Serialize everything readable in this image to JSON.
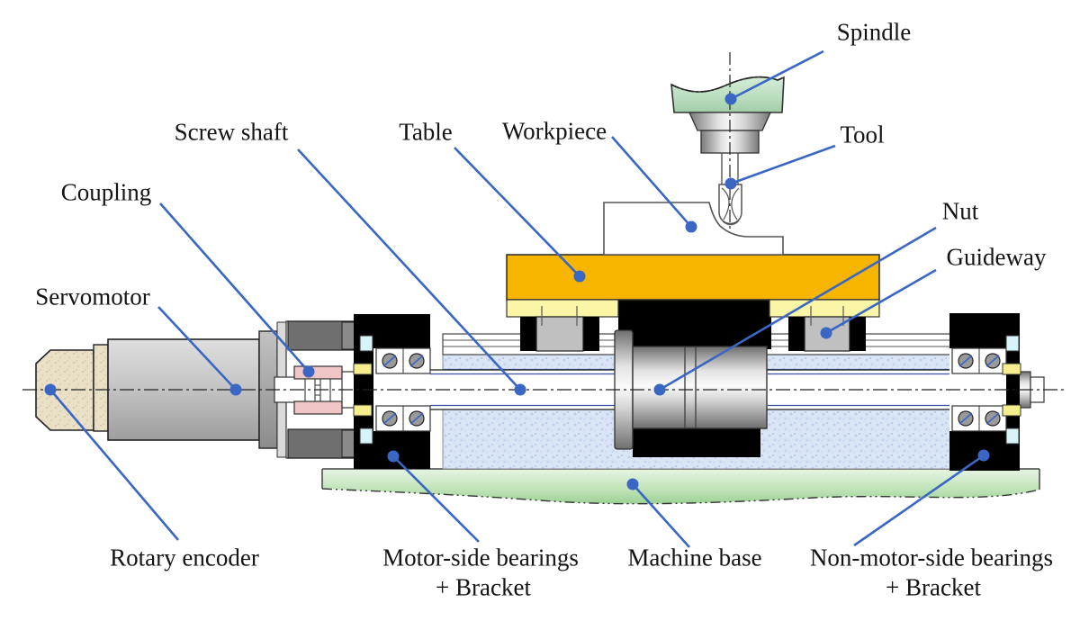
{
  "figure": {
    "type": "technical-cross-section-diagram",
    "subject": "Ball screw feed drive system of a machine tool"
  },
  "labels": {
    "spindle": "Spindle",
    "tool": "Tool",
    "screw_shaft": "Screw shaft",
    "table": "Table",
    "workpiece": "Workpiece",
    "coupling": "Coupling",
    "servomotor": "Servomotor",
    "nut": "Nut",
    "guideway": "Guideway",
    "rotary_encoder": "Rotary encoder",
    "motor_side_line1": "Motor-side bearings",
    "motor_side_line2": "+ Bracket",
    "machine_base": "Machine base",
    "non_motor_line1": "Non-motor-side bearings",
    "non_motor_line2": "+ Bracket"
  },
  "colors": {
    "leader_blue": "#3A66C4",
    "table_orange": "#F7B500",
    "table_underside_yellow": "#FAF6A6",
    "spindle_green": "#C3E2C6",
    "machine_base_green": "#BFE3B8",
    "bracket_black": "#000000",
    "coupling_pink": "#EFC5C5",
    "locknut_yellow": "#F6ED8D",
    "seal_cyan": "#D6F4F9",
    "support_speckle_blue": "#D9E4F5",
    "encoder_tan": "#EAE0C8",
    "motor_gray": "#C4C4C4",
    "guide_block_gray": "#C0C0C0",
    "housing_dark_gray": "#6F6F6F",
    "outline": "#333333",
    "thread_blue": "#3B4FA0"
  }
}
